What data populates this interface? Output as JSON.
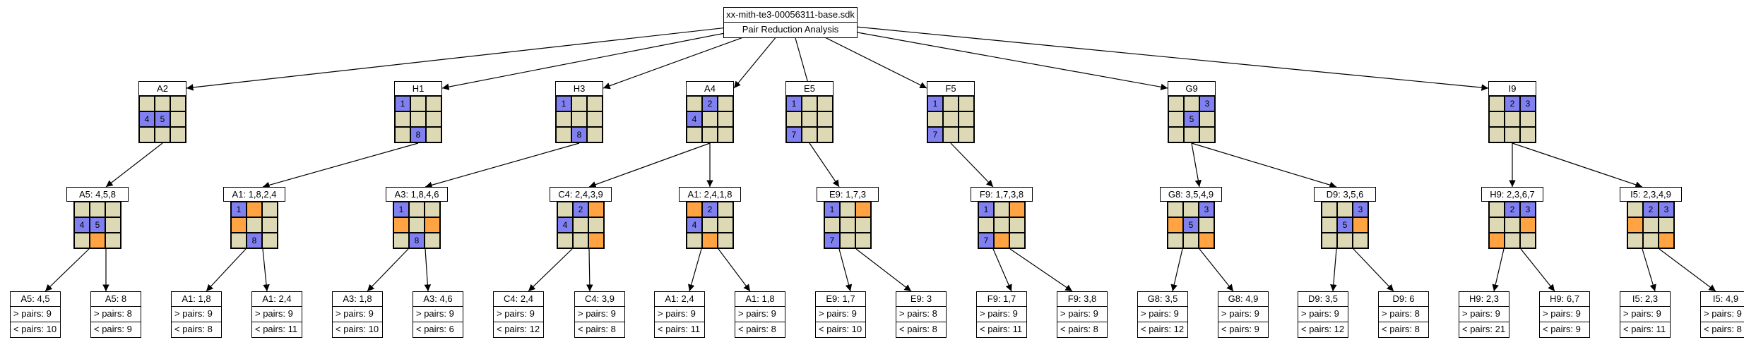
{
  "root": {
    "title": "xx-mith-te3-00056311-base.sdk",
    "subtitle": "Pair Reduction Analysis"
  },
  "level1": [
    {
      "label": "A2",
      "cells": [
        [
          "",
          "",
          ""
        ],
        [
          "4",
          "5",
          ""
        ],
        [
          "",
          "",
          ""
        ]
      ],
      "colors": [
        [
          "t",
          "t",
          "t"
        ],
        [
          "b",
          "b",
          "t"
        ],
        [
          "t",
          "t",
          "t"
        ]
      ]
    },
    {
      "label": "H1",
      "cells": [
        [
          "1",
          "",
          ""
        ],
        [
          "",
          "",
          ""
        ],
        [
          "",
          "8",
          ""
        ]
      ],
      "colors": [
        [
          "b",
          "t",
          "t"
        ],
        [
          "t",
          "t",
          "t"
        ],
        [
          "t",
          "b",
          "t"
        ]
      ]
    },
    {
      "label": "H3",
      "cells": [
        [
          "1",
          "",
          ""
        ],
        [
          "",
          "",
          ""
        ],
        [
          "",
          "8",
          ""
        ]
      ],
      "colors": [
        [
          "b",
          "t",
          "t"
        ],
        [
          "t",
          "t",
          "t"
        ],
        [
          "t",
          "b",
          "t"
        ]
      ]
    },
    {
      "label": "A4",
      "cells": [
        [
          "",
          "2",
          ""
        ],
        [
          "4",
          "",
          ""
        ],
        [
          "",
          "",
          ""
        ]
      ],
      "colors": [
        [
          "t",
          "b",
          "t"
        ],
        [
          "b",
          "t",
          "t"
        ],
        [
          "t",
          "t",
          "t"
        ]
      ]
    },
    {
      "label": "E5",
      "cells": [
        [
          "1",
          "",
          ""
        ],
        [
          "",
          "",
          ""
        ],
        [
          "7",
          "",
          ""
        ]
      ],
      "colors": [
        [
          "b",
          "t",
          "t"
        ],
        [
          "t",
          "t",
          "t"
        ],
        [
          "b",
          "t",
          "t"
        ]
      ]
    },
    {
      "label": "F5",
      "cells": [
        [
          "1",
          "",
          ""
        ],
        [
          "",
          "",
          ""
        ],
        [
          "7",
          "",
          ""
        ]
      ],
      "colors": [
        [
          "b",
          "t",
          "t"
        ],
        [
          "t",
          "t",
          "t"
        ],
        [
          "b",
          "t",
          "t"
        ]
      ]
    },
    {
      "label": "G9",
      "cells": [
        [
          "",
          "",
          "3"
        ],
        [
          "",
          "5",
          ""
        ],
        [
          "",
          "",
          ""
        ]
      ],
      "colors": [
        [
          "t",
          "t",
          "b"
        ],
        [
          "t",
          "b",
          "t"
        ],
        [
          "t",
          "t",
          "t"
        ]
      ]
    },
    {
      "label": "I9",
      "cells": [
        [
          "",
          "2",
          "3"
        ],
        [
          "",
          "",
          ""
        ],
        [
          "",
          "",
          ""
        ]
      ],
      "colors": [
        [
          "t",
          "b",
          "b"
        ],
        [
          "t",
          "t",
          "t"
        ],
        [
          "t",
          "t",
          "t"
        ]
      ]
    }
  ],
  "level2": [
    {
      "label": "A5: 4,5,8",
      "cells": [
        [
          "",
          "",
          ""
        ],
        [
          "4",
          "5",
          ""
        ],
        [
          "",
          "",
          ""
        ]
      ],
      "colors": [
        [
          "t",
          "t",
          "t"
        ],
        [
          "b",
          "b",
          "t"
        ],
        [
          "t",
          "o",
          "t"
        ]
      ]
    },
    {
      "label": "A1: 1,8,2,4",
      "cells": [
        [
          "1",
          "",
          ""
        ],
        [
          "",
          "",
          ""
        ],
        [
          "",
          "8",
          ""
        ]
      ],
      "colors": [
        [
          "b",
          "o",
          "t"
        ],
        [
          "o",
          "t",
          "t"
        ],
        [
          "t",
          "b",
          "t"
        ]
      ]
    },
    {
      "label": "A3: 1,8,4,6",
      "cells": [
        [
          "1",
          "",
          ""
        ],
        [
          "",
          "",
          ""
        ],
        [
          "",
          "8",
          ""
        ]
      ],
      "colors": [
        [
          "b",
          "t",
          "t"
        ],
        [
          "o",
          "t",
          "o"
        ],
        [
          "t",
          "b",
          "t"
        ]
      ]
    },
    {
      "label": "C4: 2,4,3,9",
      "cells": [
        [
          "",
          "2",
          ""
        ],
        [
          "4",
          "",
          ""
        ],
        [
          "",
          "",
          ""
        ]
      ],
      "colors": [
        [
          "t",
          "b",
          "o"
        ],
        [
          "b",
          "t",
          "t"
        ],
        [
          "t",
          "t",
          "o"
        ]
      ]
    },
    {
      "label": "A1: 2,4,1,8",
      "cells": [
        [
          "",
          "2",
          ""
        ],
        [
          "4",
          "",
          ""
        ],
        [
          "",
          "",
          ""
        ]
      ],
      "colors": [
        [
          "o",
          "b",
          "t"
        ],
        [
          "b",
          "t",
          "t"
        ],
        [
          "t",
          "o",
          "t"
        ]
      ]
    },
    {
      "label": "E9: 1,7,3",
      "cells": [
        [
          "1",
          "",
          ""
        ],
        [
          "",
          "",
          ""
        ],
        [
          "7",
          "",
          ""
        ]
      ],
      "colors": [
        [
          "b",
          "t",
          "o"
        ],
        [
          "t",
          "t",
          "t"
        ],
        [
          "b",
          "t",
          "t"
        ]
      ]
    },
    {
      "label": "F9: 1,7,3,8",
      "cells": [
        [
          "1",
          "",
          ""
        ],
        [
          "",
          "",
          ""
        ],
        [
          "7",
          "",
          ""
        ]
      ],
      "colors": [
        [
          "b",
          "t",
          "o"
        ],
        [
          "t",
          "t",
          "t"
        ],
        [
          "b",
          "o",
          "t"
        ]
      ]
    },
    {
      "label": "G8: 3,5,4,9",
      "cells": [
        [
          "",
          "",
          "3"
        ],
        [
          "",
          "5",
          ""
        ],
        [
          "",
          "",
          ""
        ]
      ],
      "colors": [
        [
          "t",
          "t",
          "b"
        ],
        [
          "o",
          "b",
          "t"
        ],
        [
          "t",
          "t",
          "o"
        ]
      ]
    },
    {
      "label": "D9: 3,5,6",
      "cells": [
        [
          "",
          "",
          "3"
        ],
        [
          "",
          "5",
          ""
        ],
        [
          "",
          "",
          ""
        ]
      ],
      "colors": [
        [
          "t",
          "t",
          "b"
        ],
        [
          "t",
          "b",
          "o"
        ],
        [
          "t",
          "t",
          "t"
        ]
      ]
    },
    {
      "label": "H9: 2,3,6,7",
      "cells": [
        [
          "",
          "2",
          "3"
        ],
        [
          "",
          "",
          ""
        ],
        [
          "",
          "",
          ""
        ]
      ],
      "colors": [
        [
          "t",
          "b",
          "b"
        ],
        [
          "t",
          "t",
          "o"
        ],
        [
          "o",
          "t",
          "t"
        ]
      ]
    },
    {
      "label": "I5: 2,3,4,9",
      "cells": [
        [
          "",
          "2",
          "3"
        ],
        [
          "",
          "",
          ""
        ],
        [
          "",
          "",
          ""
        ]
      ],
      "colors": [
        [
          "t",
          "b",
          "b"
        ],
        [
          "o",
          "t",
          "t"
        ],
        [
          "t",
          "t",
          "o"
        ]
      ]
    }
  ],
  "leaves": [
    {
      "label": "A5: 4,5",
      "gt": "> pairs: 9",
      "lt": "< pairs: 10"
    },
    {
      "label": "A5: 8",
      "gt": "> pairs: 8",
      "lt": "< pairs: 9"
    },
    {
      "label": "A1: 1,8",
      "gt": "> pairs: 9",
      "lt": "< pairs: 8"
    },
    {
      "label": "A1: 2,4",
      "gt": "> pairs: 9",
      "lt": "< pairs: 11"
    },
    {
      "label": "A3: 1,8",
      "gt": "> pairs: 9",
      "lt": "< pairs: 10"
    },
    {
      "label": "A3: 4,6",
      "gt": "> pairs: 9",
      "lt": "< pairs: 6"
    },
    {
      "label": "C4: 2,4",
      "gt": "> pairs: 9",
      "lt": "< pairs: 12"
    },
    {
      "label": "C4: 3,9",
      "gt": "> pairs: 9",
      "lt": "< pairs: 8"
    },
    {
      "label": "A1: 2,4",
      "gt": "> pairs: 9",
      "lt": "< pairs: 11"
    },
    {
      "label": "A1: 1,8",
      "gt": "> pairs: 9",
      "lt": "< pairs: 8"
    },
    {
      "label": "E9: 1,7",
      "gt": "> pairs: 9",
      "lt": "< pairs: 10"
    },
    {
      "label": "E9: 3",
      "gt": "> pairs: 8",
      "lt": "< pairs: 8"
    },
    {
      "label": "F9: 1,7",
      "gt": "> pairs: 9",
      "lt": "< pairs: 11"
    },
    {
      "label": "F9: 3,8",
      "gt": "> pairs: 9",
      "lt": "< pairs: 8"
    },
    {
      "label": "G8: 3,5",
      "gt": "> pairs: 9",
      "lt": "< pairs: 12"
    },
    {
      "label": "G8: 4,9",
      "gt": "> pairs: 9",
      "lt": "< pairs: 9"
    },
    {
      "label": "D9: 3,5",
      "gt": "> pairs: 9",
      "lt": "< pairs: 12"
    },
    {
      "label": "D9: 6",
      "gt": "> pairs: 8",
      "lt": "< pairs: 8"
    },
    {
      "label": "H9: 2,3",
      "gt": "> pairs: 9",
      "lt": "< pairs: 21"
    },
    {
      "label": "H9: 6,7",
      "gt": "> pairs: 9",
      "lt": "< pairs: 9"
    },
    {
      "label": "I5: 2,3",
      "gt": "> pairs: 9",
      "lt": "< pairs: 11"
    },
    {
      "label": "I5: 4,9",
      "gt": "> pairs: 9",
      "lt": "< pairs: 8"
    }
  ],
  "colors": {
    "blue": "#8080f0",
    "orange": "#ffa343",
    "tan": "#dcd9b4"
  }
}
